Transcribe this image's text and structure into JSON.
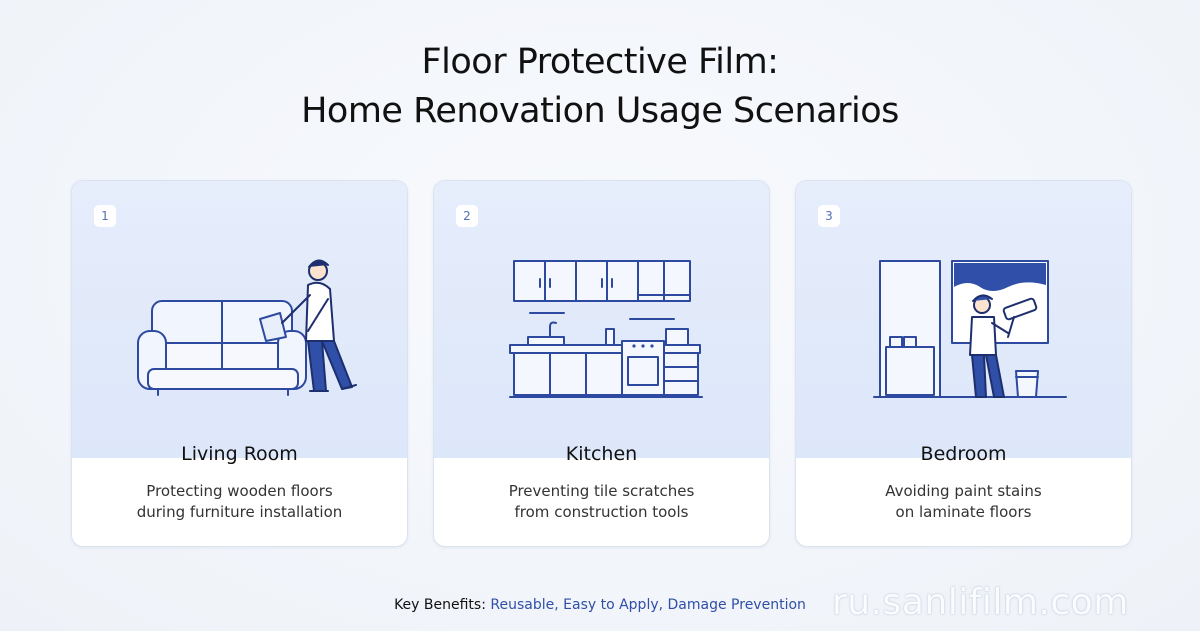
{
  "header": {
    "title_line1": "Floor Protective Film:",
    "title_line2": "Home Renovation Usage Scenarios"
  },
  "cards": [
    {
      "number": "1",
      "name": "Living Room",
      "desc_line1": "Protecting wooden floors",
      "desc_line2": "during furniture installation",
      "illustration": "person-moving-sofa-icon"
    },
    {
      "number": "2",
      "name": "Kitchen",
      "desc_line1": "Preventing tile scratches",
      "desc_line2": "from construction tools",
      "illustration": "kitchen-cabinets-icon"
    },
    {
      "number": "3",
      "name": "Bedroom",
      "desc_line1": "Avoiding paint stains",
      "desc_line2": "on laminate floors",
      "illustration": "painter-roller-icon"
    }
  ],
  "footer": {
    "benefits_label": "Key Benefits:",
    "benefits_values": "Reusable, Easy to Apply, Damage Prevention"
  },
  "watermark": "ru.sanlifilm.com",
  "colors": {
    "accent": "#2f4fa8",
    "line_art": "#2e4aa0",
    "card_top": "#e3ebfb",
    "background": "#f3f6fb"
  }
}
